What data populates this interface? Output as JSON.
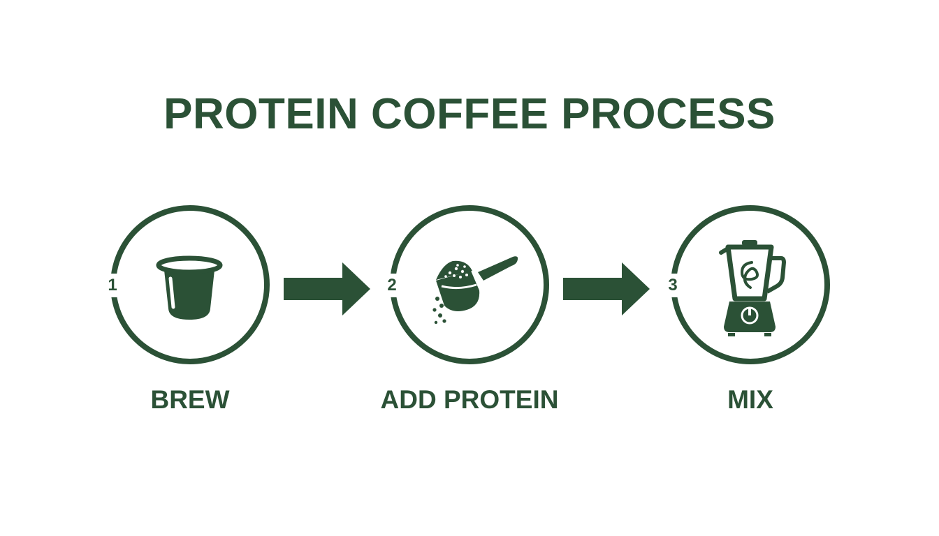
{
  "title": "PROTEIN COFFEE PROCESS",
  "colors": {
    "primary": "#2b5136",
    "background": "#ffffff"
  },
  "steps": [
    {
      "number": "1",
      "label": "BREW",
      "icon": "coffee-cup-icon"
    },
    {
      "number": "2",
      "label": "ADD PROTEIN",
      "icon": "protein-scoop-icon"
    },
    {
      "number": "3",
      "label": "MIX",
      "icon": "blender-icon"
    }
  ],
  "connectors": [
    "arrow-right-icon",
    "arrow-right-icon"
  ]
}
